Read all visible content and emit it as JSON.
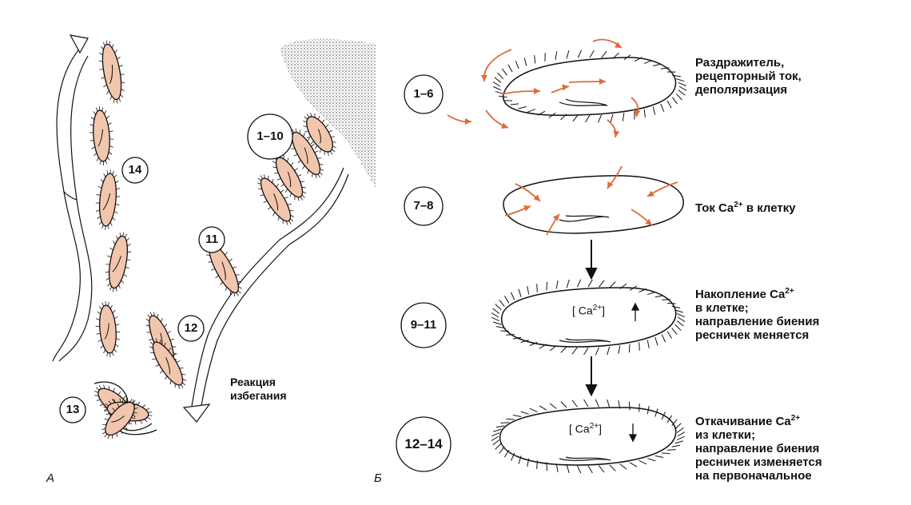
{
  "panel_a": {
    "letter": "А",
    "stage_labels": {
      "s1_10": "1–10",
      "s11": "11",
      "s12": "12",
      "s13": "13",
      "s14": "14"
    },
    "avoidance_caption_line1": "Реакция",
    "avoidance_caption_line2": "избегания",
    "cell_fill": "#f2c6ad"
  },
  "panel_b": {
    "letter": "Б",
    "ca_label": "[ Ca",
    "ca_sup": "2+",
    "ca_close": "]",
    "stages": [
      {
        "label": "1–6",
        "caption_lines": [
          "Раздражитель,",
          "рецепторный ток,",
          "деполяризация"
        ]
      },
      {
        "label": "7–8",
        "caption_lines": [
          "Ток Ca",
          "в клетку"
        ]
      },
      {
        "label": "9–11",
        "caption_lines": [
          "Накопление Ca",
          "в клетке;",
          "направление биения",
          "ресничек меняется"
        ]
      },
      {
        "label": "12–14",
        "caption_lines": [
          "Откачивание Ca",
          "из клетки;",
          "направление биения",
          "ресничек изменяется",
          "на первоначальное"
        ]
      }
    ],
    "sup": "2+",
    "arrow_color": "#e06a3a"
  }
}
